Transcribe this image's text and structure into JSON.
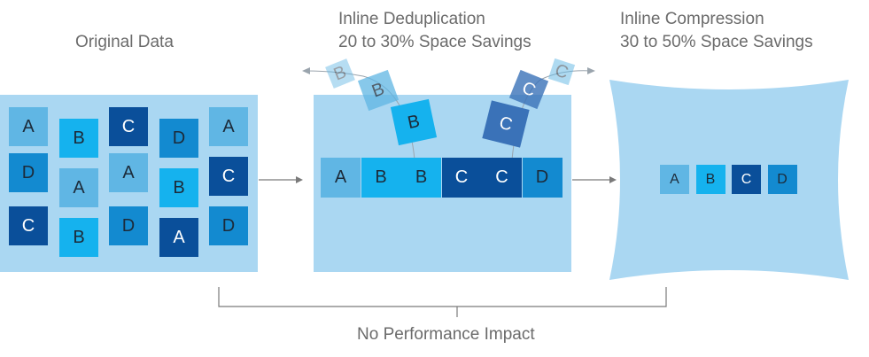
{
  "labels": {
    "original": "Original Data",
    "dedup_line1": "Inline Deduplication",
    "dedup_line2": "20 to 30% Space Savings",
    "compress_line1": "Inline Compression",
    "compress_line2": "30 to 50% Space Savings",
    "footer": "No Performance Impact"
  },
  "colors": {
    "panel": "#aad7f2",
    "a": "#60b6e4",
    "b": "#15b2ee",
    "c": "#0a4f9a",
    "d": "#138ad0",
    "c_mid": "#3a72b8",
    "arrow": "#7a7a7a"
  },
  "original_blocks": [
    {
      "letter": "A",
      "type": "a"
    },
    {
      "letter": "B",
      "type": "b"
    },
    {
      "letter": "C",
      "type": "c"
    },
    {
      "letter": "D",
      "type": "d"
    },
    {
      "letter": "A",
      "type": "a"
    },
    {
      "letter": "D",
      "type": "d"
    },
    {
      "letter": "A",
      "type": "a"
    },
    {
      "letter": "A",
      "type": "a"
    },
    {
      "letter": "B",
      "type": "b"
    },
    {
      "letter": "C",
      "type": "c"
    },
    {
      "letter": "C",
      "type": "c"
    },
    {
      "letter": "B",
      "type": "b"
    },
    {
      "letter": "D",
      "type": "d"
    },
    {
      "letter": "A",
      "type": "c"
    },
    {
      "letter": "D",
      "type": "d"
    }
  ],
  "dedup_row": [
    {
      "letter": "A",
      "type": "a"
    },
    {
      "letter": "B",
      "type": "b"
    },
    {
      "letter": "B",
      "type": "b"
    },
    {
      "letter": "C",
      "type": "c"
    },
    {
      "letter": "C",
      "type": "c"
    },
    {
      "letter": "D",
      "type": "d"
    }
  ],
  "dedup_floating": [
    {
      "letter": "B",
      "type": "b"
    },
    {
      "letter": "B",
      "type": "a"
    },
    {
      "letter": "B",
      "type": "a"
    },
    {
      "letter": "C",
      "type": "c_mid"
    },
    {
      "letter": "C",
      "type": "c_mid"
    },
    {
      "letter": "C",
      "type": "a"
    }
  ],
  "compressed_row": [
    {
      "letter": "A",
      "type": "a"
    },
    {
      "letter": "B",
      "type": "b"
    },
    {
      "letter": "C",
      "type": "c"
    },
    {
      "letter": "D",
      "type": "d"
    }
  ]
}
